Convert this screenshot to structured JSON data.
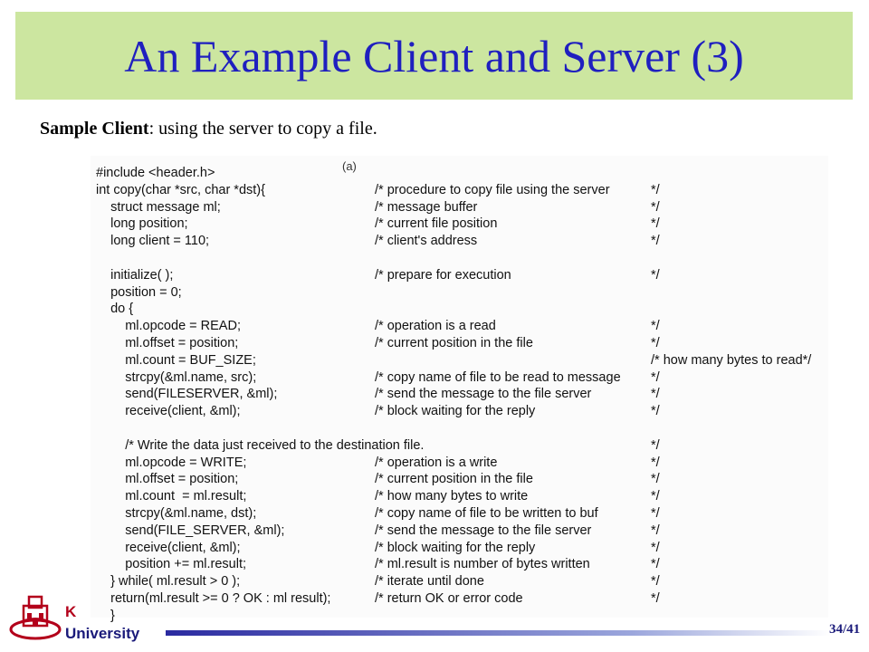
{
  "slide": {
    "title": "An Example Client and Server (3)",
    "subtitle_bold": "Sample Client",
    "subtitle_rest": ": using the server to copy a file."
  },
  "figure": {
    "label": "(a)",
    "code_lines": [
      "#include <header.h>",
      "int copy(char *src, char *dst){",
      "    struct message ml;",
      "    long position;",
      "    long client = 110;",
      "",
      "    initialize( );",
      "    position = 0;",
      "    do {",
      "        ml.opcode = READ;",
      "        ml.offset = position;",
      "        ml.count = BUF_SIZE;",
      "        strcpy(&ml.name, src);",
      "        send(FILESERVER, &ml);",
      "        receive(client, &ml);",
      "",
      "        /* Write the data just received to the destination file.",
      "        ml.opcode = WRITE;",
      "        ml.offset = position;",
      "        ml.count  = ml.result;",
      "        strcpy(&ml.name, dst);",
      "        send(FILE_SERVER, &ml);",
      "        receive(client, &ml);",
      "        position += ml.result;",
      "    } while( ml.result > 0 );",
      "    return(ml.result >= 0 ? OK : ml result);"
    ],
    "comments": [
      "",
      "/* procedure to copy file using the server",
      "/* message buffer",
      "/* current file position",
      "/* client's address",
      "",
      "/* prepare for execution",
      "",
      "",
      "/* operation is a read",
      "/* current position in the file",
      "",
      "/* copy name of file to be read to message",
      "/* send the message to the file server",
      "/* block waiting for the reply",
      "",
      "",
      "/* operation is a write",
      "/* current position in the file",
      "/* how many bytes to write",
      "/* copy name of file to be written to buf",
      "/* send the message to the file server",
      "/* block waiting for the reply",
      "/* ml.result is number of bytes written",
      "/* iterate until done",
      "/* return OK or error code"
    ],
    "end_marks": [
      "",
      "*/",
      "*/",
      "*/",
      "*/",
      "",
      "*/",
      "",
      "",
      "*/",
      "*/",
      "/* how many bytes to read*/",
      "*/",
      "*/",
      "*/",
      "",
      "*/",
      "*/",
      "*/",
      "*/",
      "*/",
      "*/",
      "*/",
      "*/",
      "*/",
      "*/"
    ],
    "closing_brace": "}"
  },
  "footer": {
    "university_k": "K",
    "university_name": "University",
    "page": "34/41"
  },
  "colors": {
    "title_bg": "#cce6a0",
    "title_text": "#1f1fbf",
    "footer_bar": "#2a2aa0",
    "university_red": "#b3001b",
    "university_blue": "#1a1a7a"
  }
}
